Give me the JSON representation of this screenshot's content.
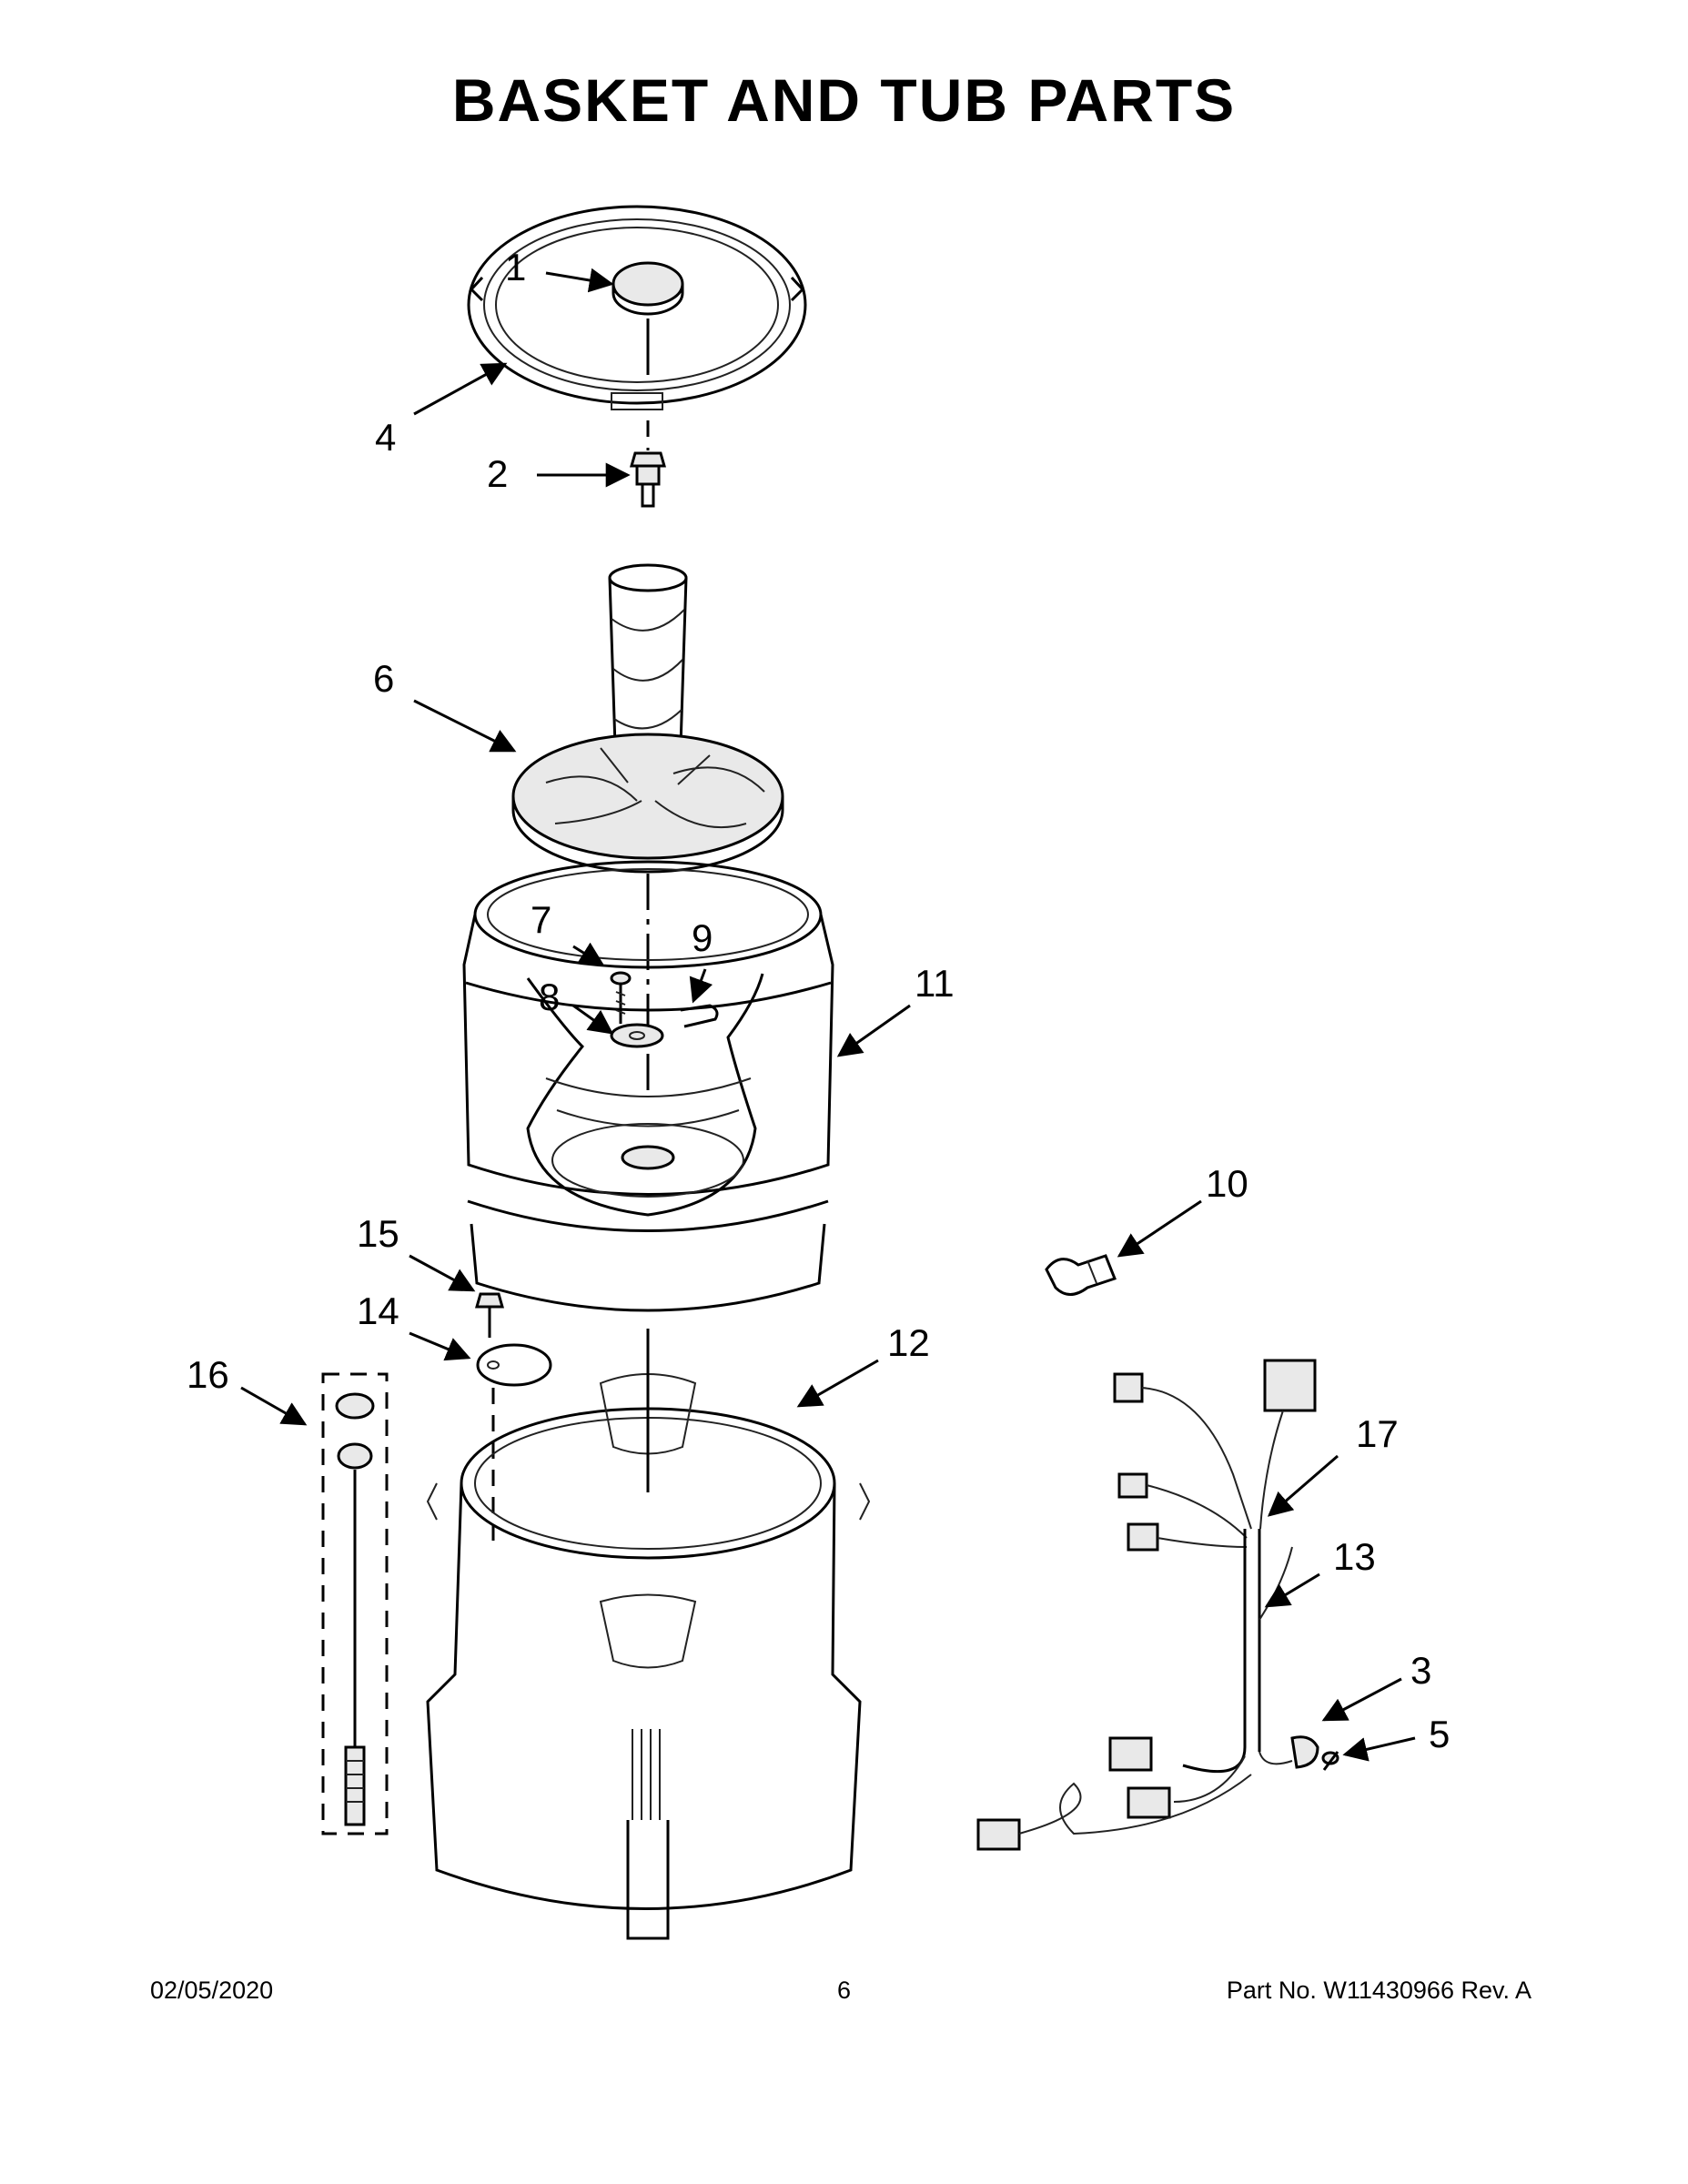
{
  "page": {
    "title": "BASKET AND TUB PARTS",
    "footer": {
      "date": "02/05/2020",
      "page_number": "6",
      "part_number": "Part No.  W11430966  Rev.  A"
    }
  },
  "callouts": [
    "1",
    "2",
    "3",
    "4",
    "5",
    "6",
    "7",
    "8",
    "9",
    "10",
    "11",
    "12",
    "13",
    "14",
    "15",
    "16",
    "17"
  ]
}
